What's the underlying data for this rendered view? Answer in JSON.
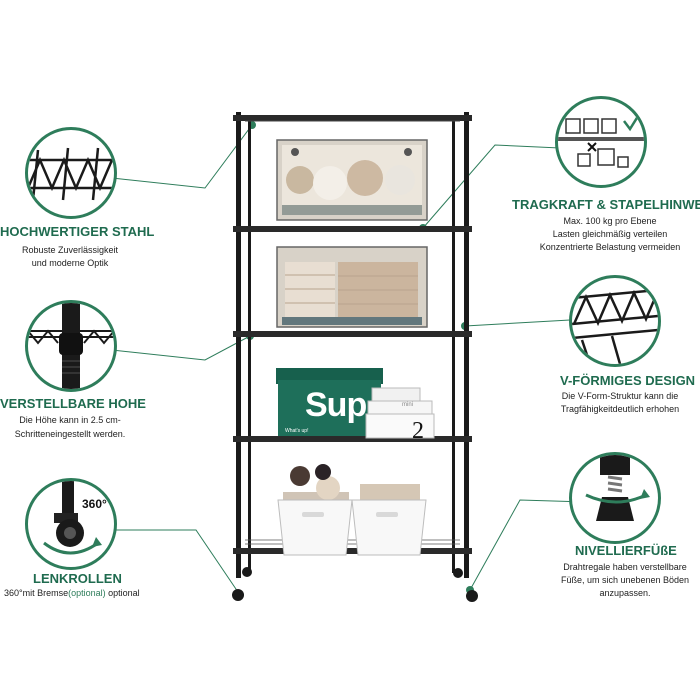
{
  "features": {
    "steel": {
      "title": "HOCHWERTIGER STAHL",
      "line1": "Robuste Zuverlässigkeit",
      "line2": "und moderne Optik",
      "icon": "wire-shelf-icon"
    },
    "height": {
      "title": "VERSTELLBARE HOHE",
      "line1": "Die Höhe kann in 2.5 cm-",
      "line2": "Schritteneingestellt werden.",
      "icon": "pole-clip-icon"
    },
    "casters": {
      "title": "LENKROLLEN",
      "line_pre": "360°mit Bremse",
      "line_hl": "(optional)",
      "line_post": " optional",
      "badge": "360°",
      "icon": "caster-wheel-icon"
    },
    "load": {
      "title": "TRAGKRAFT & STAPELHINWEIS",
      "line1": "Max. 100 kg pro Ebene",
      "line2": "Lasten gleichmäßig verteilen",
      "line3": "Konzentrierte Belastung vermeiden",
      "icon": "stacking-hint-icon"
    },
    "vform": {
      "title": "V-FÖRMIGES DESIGN",
      "line1": "Die V-Form-Struktur kann die",
      "line2": "Tragfähigkeitdeutlich erhohen",
      "icon": "v-truss-icon"
    },
    "feet": {
      "title": "NIVELLIERFÜßE",
      "line1": "Drahtregale haben verstellbare",
      "line2": "Füße, um sich unebenen Böden",
      "line3": "anzupassen.",
      "icon": "leveling-foot-icon"
    }
  },
  "product": {
    "box_text": "Sup",
    "box_small": "What's up!",
    "number_box": "2",
    "mini_label": "mini"
  },
  "colors": {
    "accent": "#1f6b4f",
    "frame": "#1a1a1a",
    "box_green": "#1e6f5a"
  }
}
